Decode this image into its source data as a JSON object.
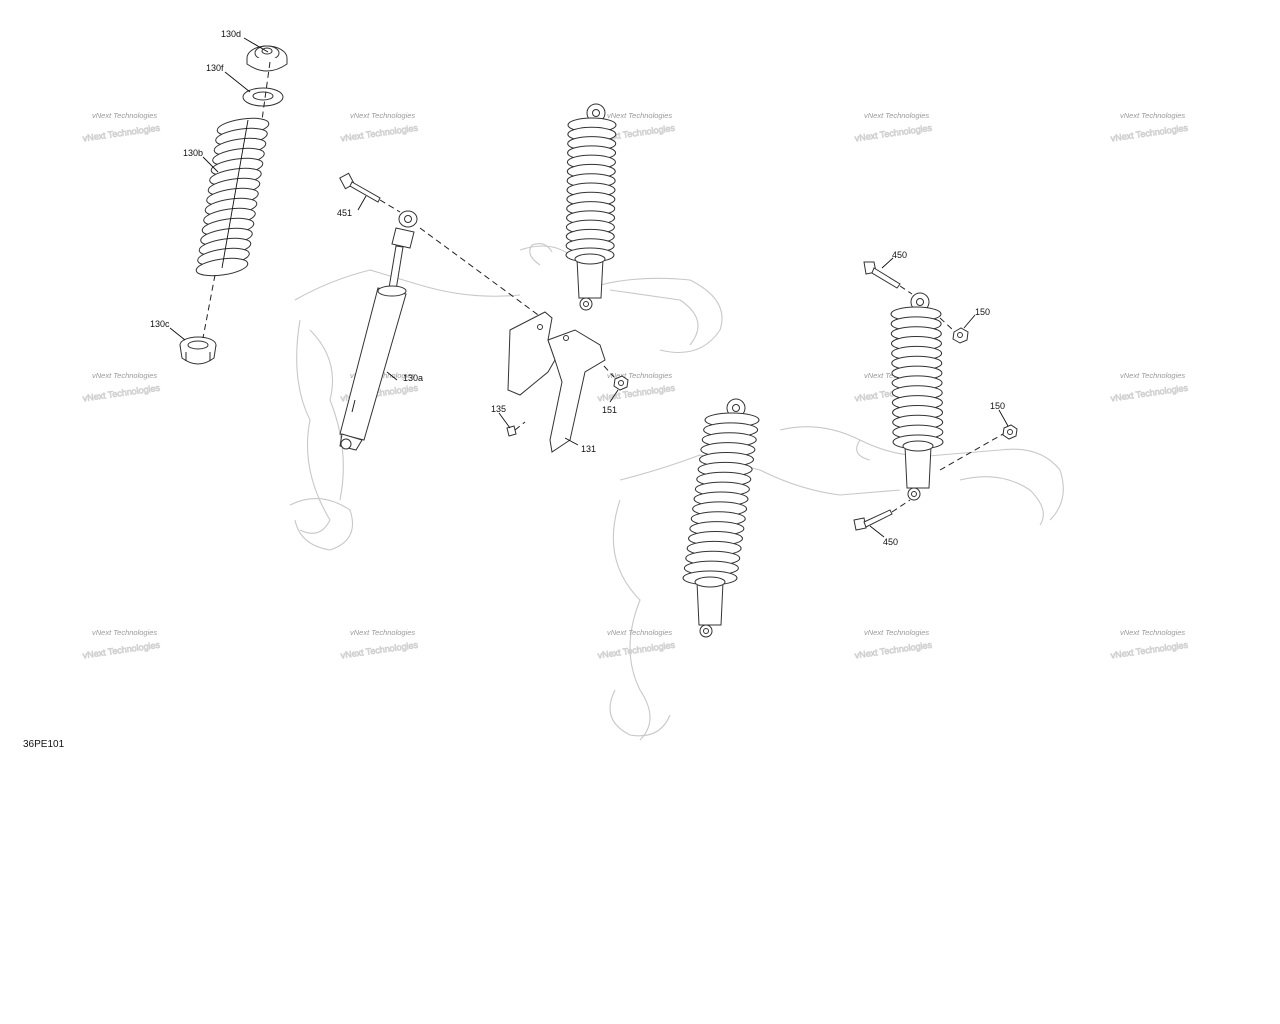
{
  "figure_ref": "36PE101",
  "watermark": {
    "line1": "vNext Technologies",
    "line2": "vNext Technologies"
  },
  "callouts": {
    "c130d": "130d",
    "c130f": "130f",
    "c130b": "130b",
    "c130c": "130c",
    "c130a": "130a",
    "c451": "451",
    "c135": "135",
    "c151": "151",
    "c131": "131",
    "c450_top": "450",
    "c150_top": "150",
    "c150_mid": "150",
    "c450_bottom": "450"
  }
}
